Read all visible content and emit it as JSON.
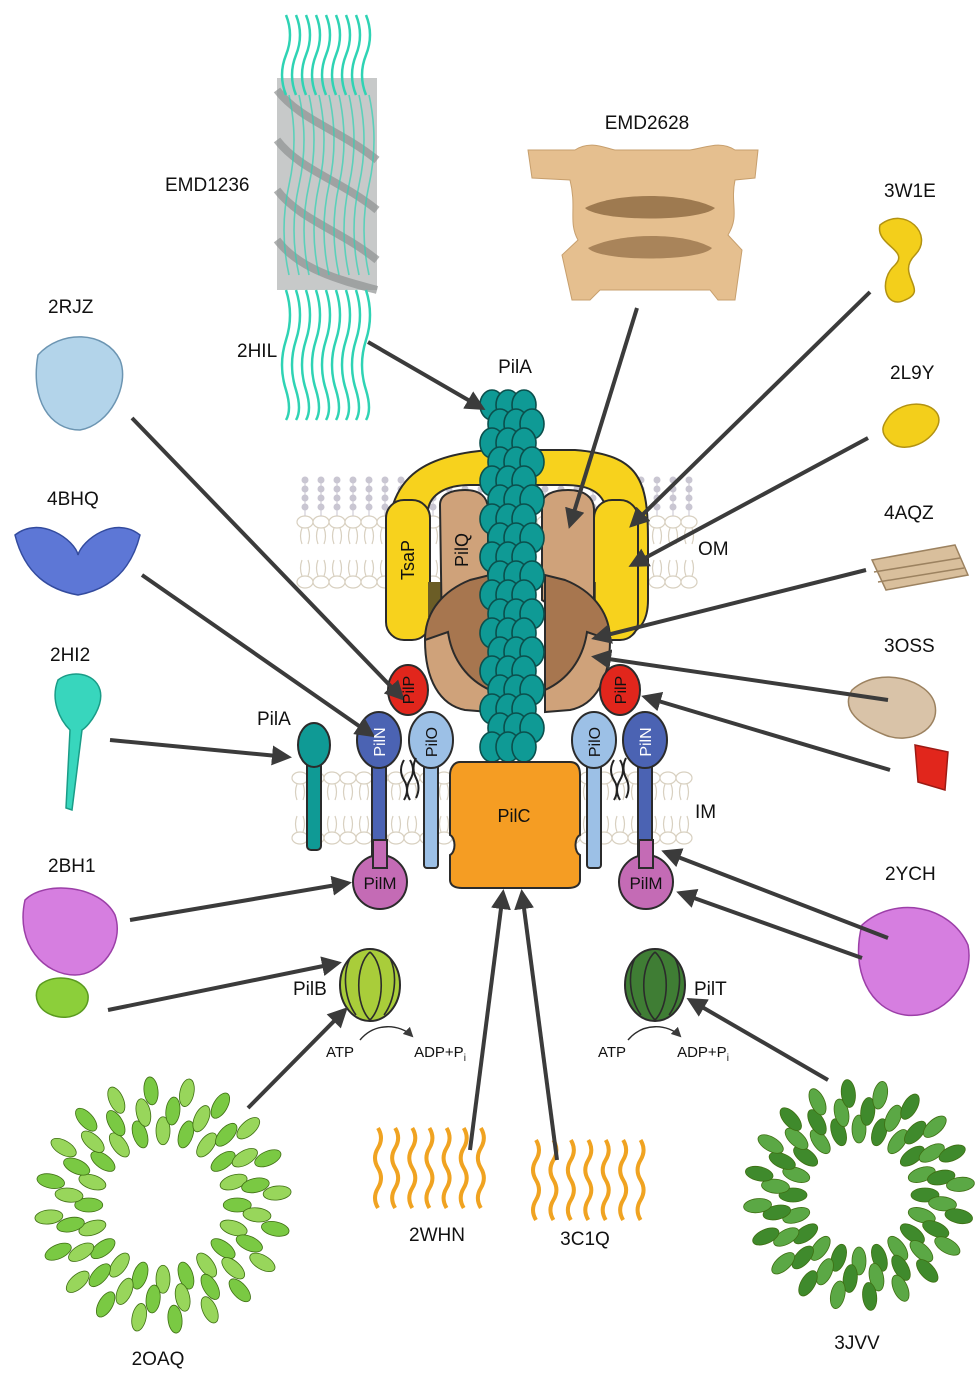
{
  "structure_labels": {
    "emd1236": "EMD1236",
    "emd2628": "EMD2628",
    "hil": "2HIL",
    "rjz": "2RJZ",
    "bhq": "4BHQ",
    "hi2": "2HI2",
    "bh1": "2BH1",
    "oaq": "2OAQ",
    "whn": "2WHN",
    "c1q": "3C1Q",
    "jvv": "3JVV",
    "w1e": "3W1E",
    "l9y": "2L9Y",
    "aqz": "4AQZ",
    "oss": "3OSS",
    "ych": "2YCH"
  },
  "protein_labels": {
    "pila_top": "PilA",
    "pila_side": "PilA",
    "tsap": "TsaP",
    "pilq": "PilQ",
    "pilp_left": "PilP",
    "pilp_right": "PilP",
    "piln_left": "PilN",
    "piln_right": "PilN",
    "pilo_left": "PilO",
    "pilo_right": "PilO",
    "pilc": "PilC",
    "pilm_left": "PilM",
    "pilm_right": "PilM",
    "pilb": "PilB",
    "pilt": "PilT"
  },
  "membrane_labels": {
    "om": "OM",
    "im": "IM"
  },
  "reactions": {
    "atp_left": "ATP",
    "adp_left": "ADP+P",
    "sub_left": "i",
    "atp_right": "ATP",
    "adp_right": "ADP+P",
    "sub_right": "i"
  },
  "colors": {
    "pila": "#0f9a95",
    "tsap": "#f7d21d",
    "pilq_light": "#cfa27a",
    "pilq_dark": "#a7764f",
    "pilc": "#f59d23",
    "piln": "#4b63b3",
    "pilo": "#9cc0e6",
    "pilp": "#e1261c",
    "pilm": "#c46bb5",
    "pilb": "#a9cd3a",
    "pilt": "#3f7d34",
    "arrow": "#3b3b3b"
  }
}
